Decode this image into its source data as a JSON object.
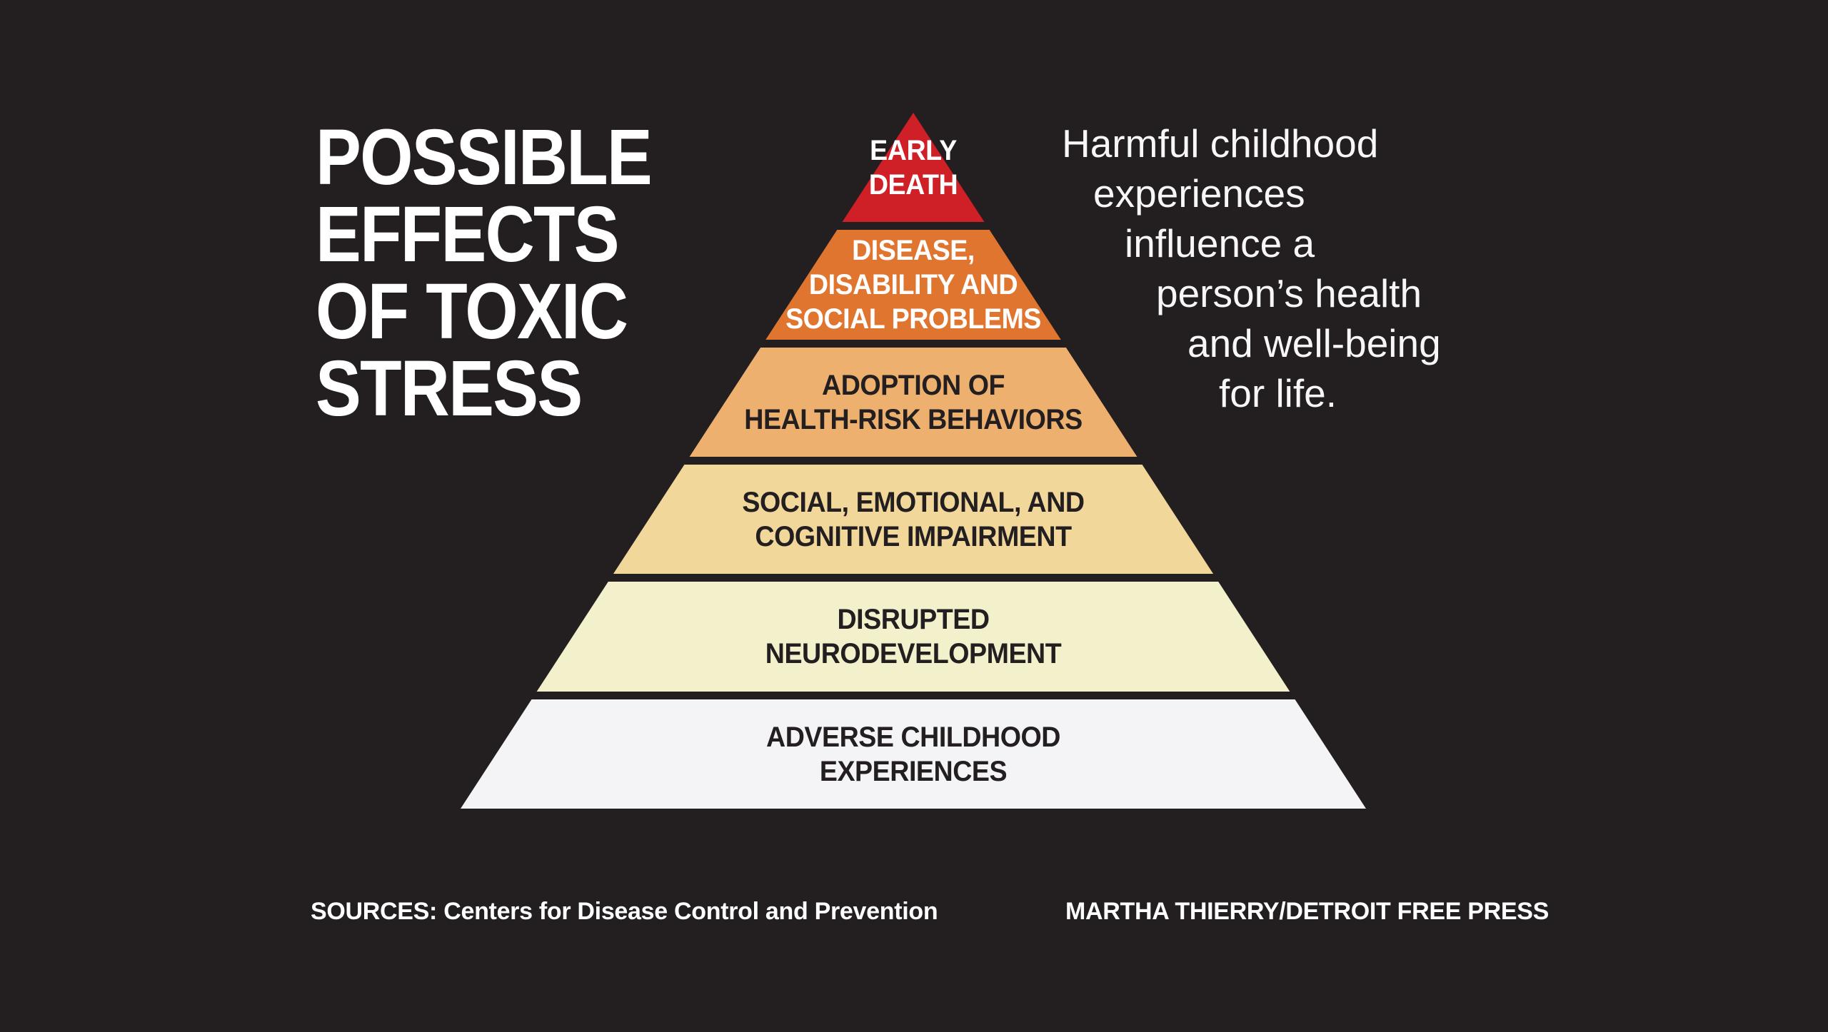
{
  "background_color": "#231f20",
  "title": "POSSIBLE\nEFFECTS\nOF TOXIC\nSTRESS",
  "pyramid": {
    "levels": [
      {
        "label": "EARLY\nDEATH",
        "color": "#cf2027",
        "text_color": "#ffffff"
      },
      {
        "label": "DISEASE,\nDISABILITY AND\nSOCIAL PROBLEMS",
        "color": "#e0752f",
        "text_color": "#ffffff"
      },
      {
        "label": "ADOPTION OF\nHEALTH-RISK BEHAVIORS",
        "color": "#edb06e",
        "text_color": "#231f20"
      },
      {
        "label": "SOCIAL, EMOTIONAL, AND\nCOGNITIVE IMPAIRMENT",
        "color": "#f2d79b",
        "text_color": "#231f20"
      },
      {
        "label": "DISRUPTED\nNEURODEVELOPMENT",
        "color": "#f3f0cc",
        "text_color": "#231f20"
      },
      {
        "label": "ADVERSE CHILDHOOD\nEXPERIENCES",
        "color": "#f4f4f6",
        "text_color": "#231f20"
      }
    ]
  },
  "tagline": {
    "lines": [
      "Harmful childhood",
      "experiences",
      "influence a",
      "person’s health",
      "and well-being",
      "for life."
    ]
  },
  "footer": {
    "sources": "SOURCES: Centers for Disease Control and Prevention",
    "credit": "MARTHA THIERRY/DETROIT FREE PRESS"
  }
}
